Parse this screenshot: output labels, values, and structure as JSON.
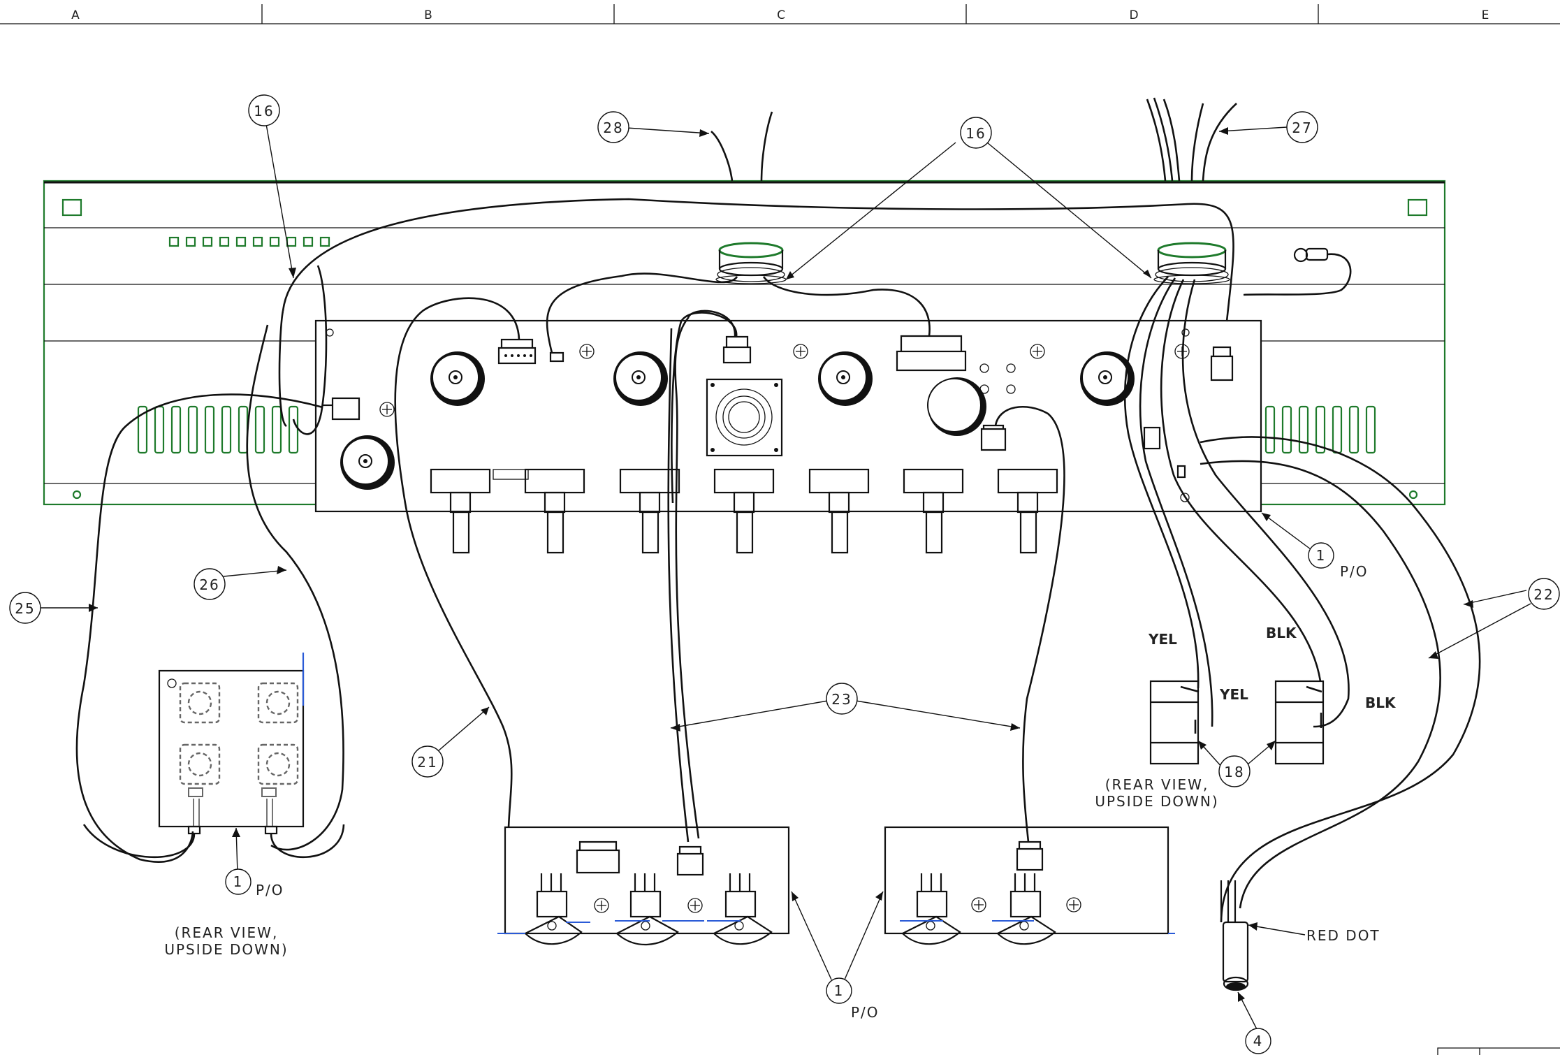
{
  "zone_labels": [
    "A",
    "B",
    "C",
    "D",
    "E"
  ],
  "callouts": {
    "c16a": "16",
    "c16b": "16",
    "c28": "28",
    "c27": "27",
    "c25": "25",
    "c26": "26",
    "c21": "21",
    "c23": "23",
    "c1a": "1",
    "c1b": "1",
    "c1c": "1",
    "c18": "18",
    "c22": "22",
    "c4": "4"
  },
  "notes": {
    "po_1": "P/O",
    "po_2": "P/O",
    "po_3": "P/O",
    "rear_view_left_1": "(REAR VIEW,",
    "rear_view_left_2": "UPSIDE DOWN)",
    "rear_view_right_1": "(REAR VIEW,",
    "rear_view_right_2": "UPSIDE DOWN)",
    "yel_1": "YEL",
    "yel_2": "YEL",
    "blk_1": "BLK",
    "blk_2": "BLK",
    "red_dot": "RED DOT"
  },
  "colors": {
    "chassis": "#1e7a2b",
    "lines": "#111111",
    "highlight": "#2a5bd7"
  }
}
